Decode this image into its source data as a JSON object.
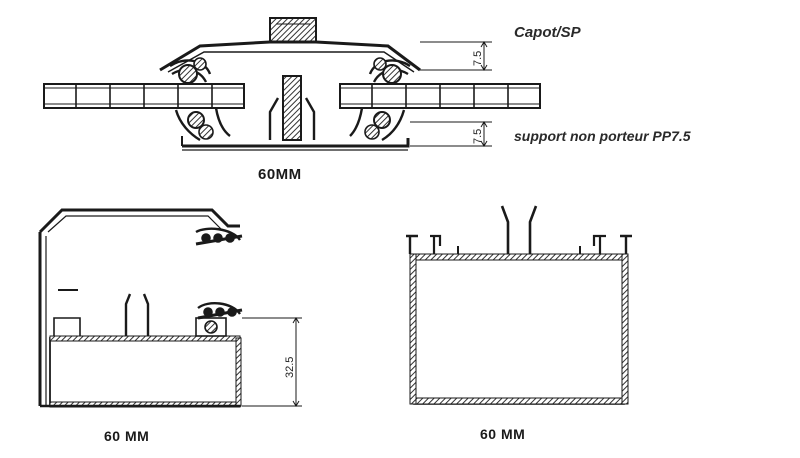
{
  "labels": {
    "capot": "Capot/SP",
    "support": "support non porteur PP7.5",
    "width_top": "60MM",
    "width_left": "60 MM",
    "width_right": "60 MM",
    "dim_top_upper": "7.5",
    "dim_top_lower": "7.5",
    "dim_left_height": "32.5"
  }
}
